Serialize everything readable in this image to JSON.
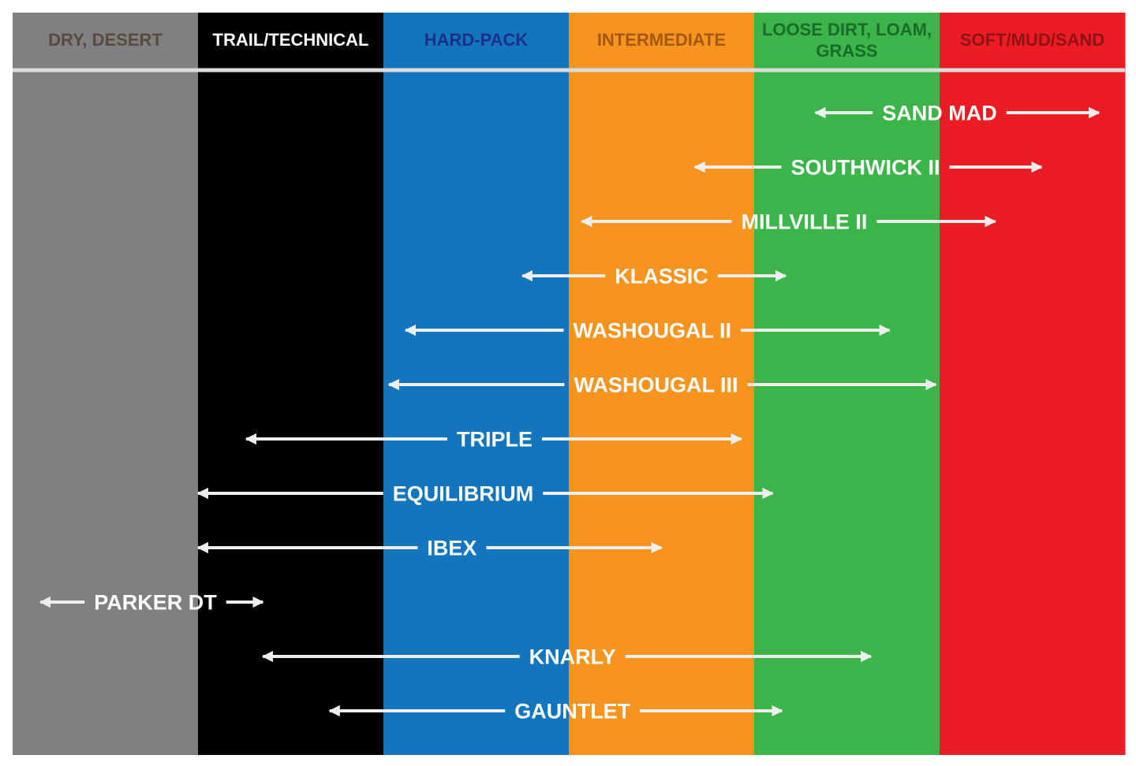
{
  "chart_data": {
    "type": "range",
    "title": "",
    "categories": [
      {
        "label_lines": [
          "DRY, DESERT"
        ],
        "color": "#808083",
        "label_color": "#5a4a3e"
      },
      {
        "label_lines": [
          "TRAIL/TECHNICAL"
        ],
        "color": "#000000",
        "label_color": "#ffffff"
      },
      {
        "label_lines": [
          "HARD-PACK"
        ],
        "color": "#1475bf",
        "label_color": "#1c2f87"
      },
      {
        "label_lines": [
          "INTERMEDIATE"
        ],
        "color": "#f6941f",
        "label_color": "#a3590f"
      },
      {
        "label_lines": [
          "LOOSE DIRT, LOAM,",
          "GRASS"
        ],
        "color": "#3bb54a",
        "label_color": "#1b6b2a"
      },
      {
        "label_lines": [
          "SOFT/MUD/SAND"
        ],
        "color": "#ec1c24",
        "label_color": "#8f1217"
      }
    ],
    "series": [
      {
        "name": "SAND MAD",
        "range": [
          4.33,
          5.86
        ],
        "label_center": 5.0
      },
      {
        "name": "SOUTHWICK II",
        "range": [
          3.68,
          5.55
        ],
        "label_center": 4.6
      },
      {
        "name": "MILLVILLE II",
        "range": [
          3.07,
          5.3
        ],
        "label_center": 4.27
      },
      {
        "name": "KLASSIC",
        "range": [
          2.75,
          4.17
        ],
        "label_center": 3.5
      },
      {
        "name": "WASHOUGAL II",
        "range": [
          2.12,
          4.73
        ],
        "label_center": 3.45
      },
      {
        "name": "WASHOUGAL III",
        "range": [
          2.03,
          4.98
        ],
        "label_center": 3.47
      },
      {
        "name": "TRIPLE",
        "range": [
          1.26,
          3.93
        ],
        "label_center": 2.6
      },
      {
        "name": "EQUILIBRIUM",
        "range": [
          1.0,
          4.1
        ],
        "label_center": 2.43
      },
      {
        "name": "IBEX",
        "range": [
          1.0,
          3.5
        ],
        "label_center": 2.37
      },
      {
        "name": "PARKER DT",
        "range": [
          0.15,
          1.35
        ],
        "label_center": 0.77
      },
      {
        "name": "KNARLY",
        "range": [
          1.35,
          4.63
        ],
        "label_center": 3.02
      },
      {
        "name": "GAUNTLET",
        "range": [
          1.71,
          4.15
        ],
        "label_center": 3.02
      }
    ]
  }
}
